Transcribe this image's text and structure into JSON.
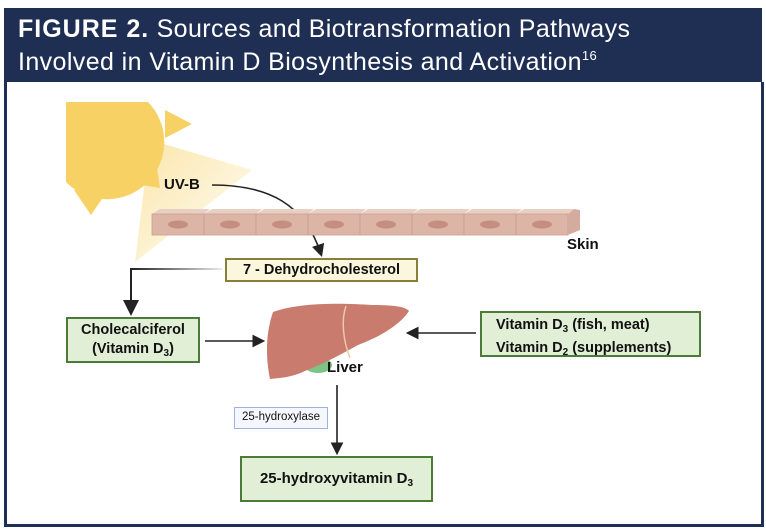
{
  "header": {
    "figure_label": "FIGURE 2.",
    "title_line1": "Sources and Biotransformation Pathways",
    "title_line2": "Involved in Vitamin D Biosynthesis and Activation",
    "reference": "16"
  },
  "diagram": {
    "uvb_label": "UV-B",
    "skin_label": "Skin",
    "liver_label": "Liver",
    "dehydrocholesterol": "7 - Dehydrocholesterol",
    "cholecalciferol": {
      "line1": "Cholecalciferol",
      "line2_prefix": "(Vitamin D",
      "line2_sub": "3",
      "line2_suffix": ")"
    },
    "dietary_sources": {
      "line1_prefix": "Vitamin D",
      "line1_sub": "3",
      "line1_suffix": " (fish, meat)",
      "line2_prefix": "Vitamin D",
      "line2_sub": "2",
      "line2_suffix": " (supplements)"
    },
    "enzyme": "25-hydroxylase",
    "product": {
      "prefix": "25-hydroxyvitamin D",
      "sub": "3"
    }
  },
  "colors": {
    "header_bg": "#1f2f54",
    "sun": "#f7d163",
    "skin": "#dcb5a6",
    "liver": "#c97c6e",
    "green_box": "#e1efd7",
    "yellow_box": "#fbf7dc"
  }
}
